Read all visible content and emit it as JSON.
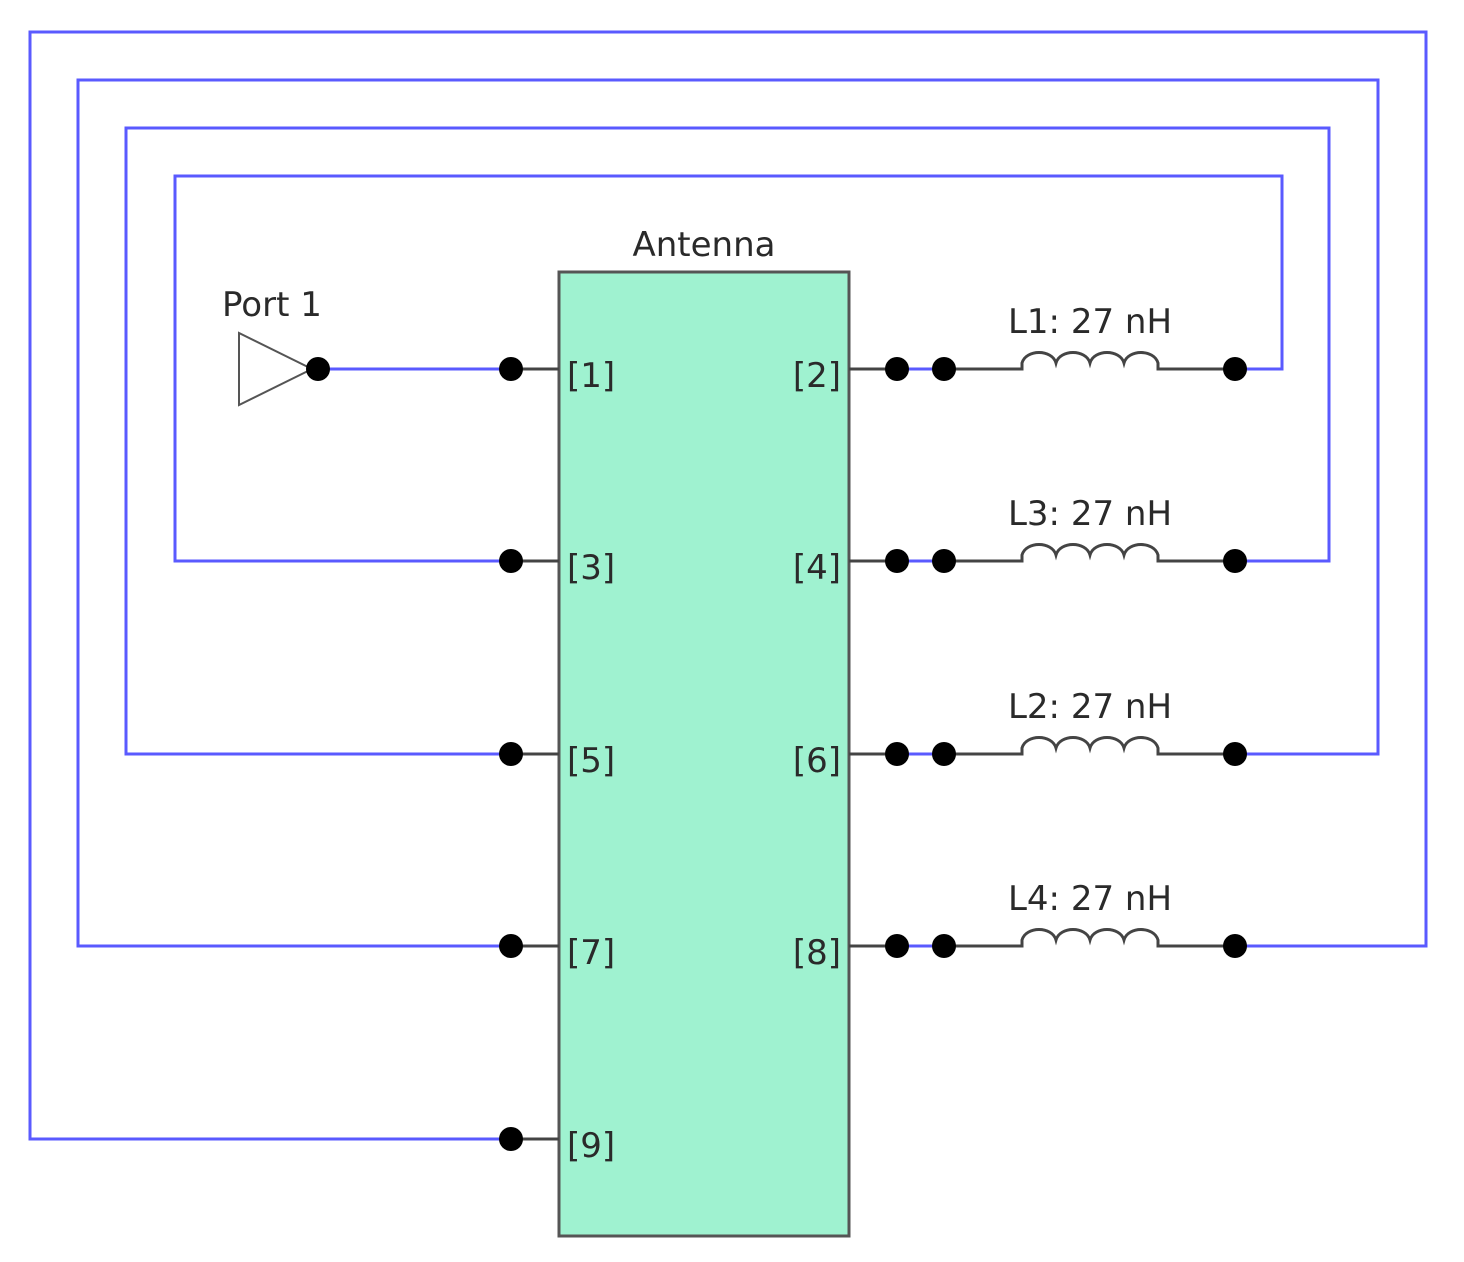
{
  "block": {
    "label": "Antenna",
    "fill": "#9ff2d0"
  },
  "port": {
    "label": "Port 1"
  },
  "pins": [
    "[1]",
    "[2]",
    "[3]",
    "[4]",
    "[5]",
    "[6]",
    "[7]",
    "[8]",
    "[9]"
  ],
  "inductors": [
    {
      "label": "L1: 27 nH",
      "pin": "[2]",
      "returns_to": "[3]"
    },
    {
      "label": "L3: 27 nH",
      "pin": "[4]",
      "returns_to": "[5]"
    },
    {
      "label": "L2: 27 nH",
      "pin": "[6]",
      "returns_to": "[7]"
    },
    {
      "label": "L4: 27 nH",
      "pin": "[8]",
      "returns_to": "[9]"
    }
  ],
  "colors": {
    "wire": "#5a5aff",
    "lead": "#444444"
  }
}
